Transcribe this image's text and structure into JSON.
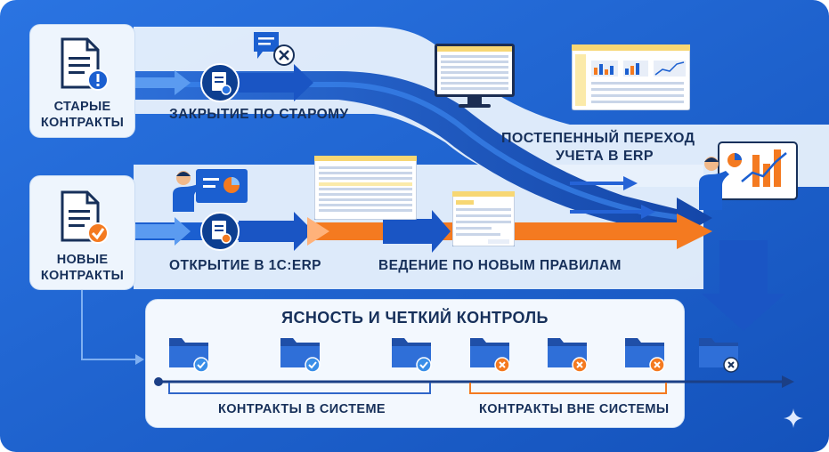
{
  "rows": {
    "old": {
      "label_line1": "СТАРЫЕ",
      "label_line2": "КОНТРАКТЫ",
      "step": "ЗАКРЫТИЕ ПО СТАРОМУ"
    },
    "new": {
      "label_line1": "НОВЫЕ",
      "label_line2": "КОНТРАКТЫ",
      "step1": "ОТКРЫТИЕ В 1С:ERP",
      "step2": "ВЕДЕНИЕ ПО НОВЫМ ПРАВИЛАМ"
    }
  },
  "transition": {
    "line1": "ПОСТЕПЕННЫЙ ПЕРЕХОД",
    "line2": "УЧЕТА В ERP"
  },
  "control": {
    "title": "ЯСНОСТЬ И ЧЕТКИЙ КОНТРОЛЬ",
    "in_system": "КОНТРАКТЫ В СИСТЕМЕ",
    "out_system": "КОНТРАКТЫ ВНЕ СИСТЕМЫ",
    "folders": [
      "check",
      "check",
      "check",
      "cross",
      "cross",
      "cross",
      "cross-blue"
    ]
  },
  "colors": {
    "primary": "#1b5fd0",
    "dark_blue": "#0d3f91",
    "orange": "#f47a20",
    "green": "#2aa85a",
    "light_panel": "#eef5fd"
  }
}
